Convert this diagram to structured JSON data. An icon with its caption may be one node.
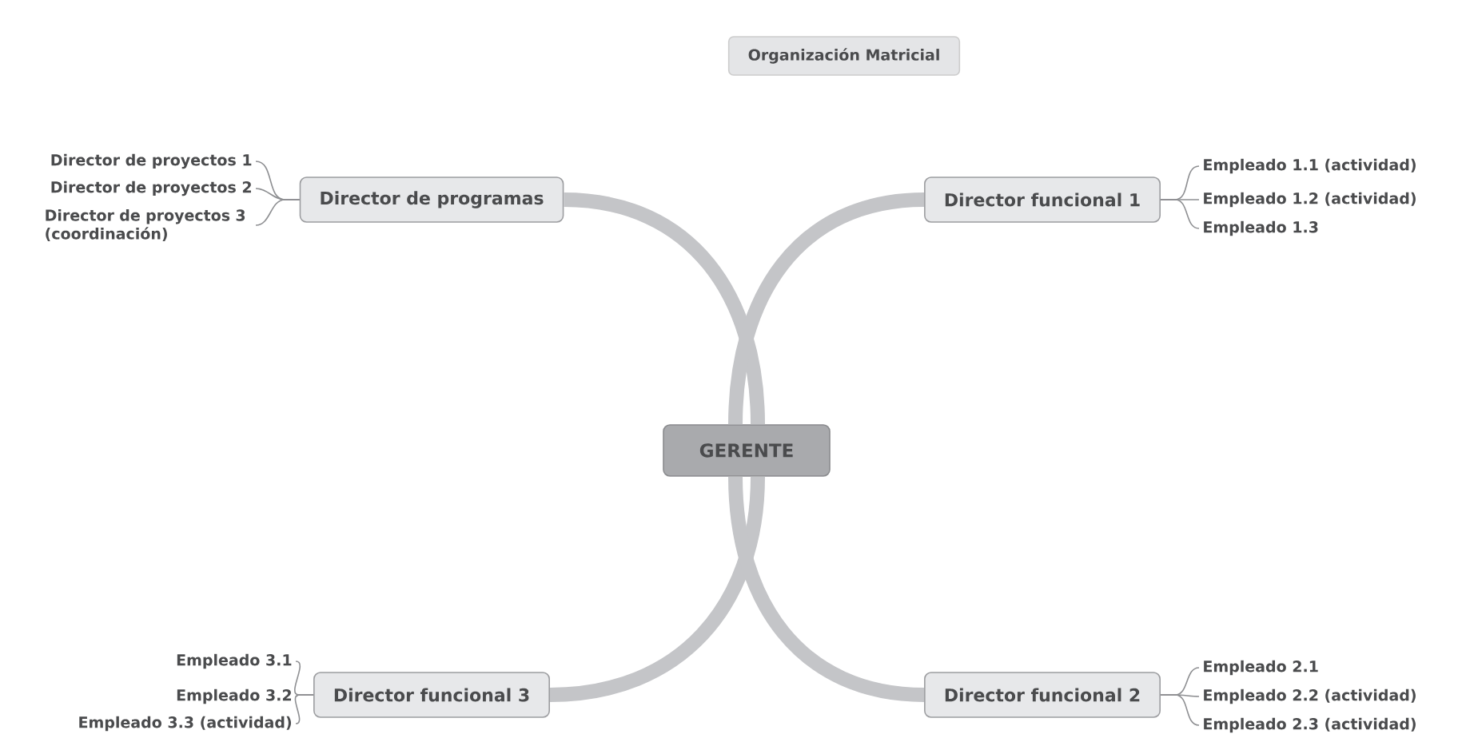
{
  "diagram": {
    "title": "Organización Matricial",
    "nodes": [
      {
        "text": [
          "GERENTE"
        ]
      },
      {
        "text": [
          "Director de programas"
        ]
      },
      {
        "text": [
          "Director funcional 1"
        ]
      },
      {
        "text": [
          "Director funcional 3"
        ]
      },
      {
        "text": [
          "Director funcional 2"
        ]
      },
      {
        "text": [
          "Director de proyectos 1"
        ]
      },
      {
        "text": [
          "Director de proyectos 2"
        ]
      },
      {
        "text": [
          "Director de proyectos 3 (coordinación)"
        ]
      },
      {
        "text": [
          "Empleado 1.1 (actividad)"
        ]
      },
      {
        "text": [
          "Empleado 1.2 (actividad)"
        ]
      },
      {
        "text": [
          "Empleado 1.3"
        ]
      },
      {
        "text": [
          "Empleado 3.1"
        ]
      },
      {
        "text": [
          "Empleado 3.2"
        ]
      },
      {
        "text": [
          "Empleado 3.3 (actividad)"
        ]
      },
      {
        "text": [
          "Empleado 2.1"
        ]
      },
      {
        "text": [
          "Empleado 2.2 (actividad)"
        ]
      },
      {
        "text": [
          "Empleado 2.3 (actividad)"
        ]
      }
    ],
    "edges": [
      {
        "from": 0,
        "to": 1,
        "arrow": "none",
        "style": "thick",
        "color": "#c4c5c8"
      },
      {
        "from": 0,
        "to": 2,
        "arrow": "none",
        "style": "thick",
        "color": "#c4c5c8"
      },
      {
        "from": 0,
        "to": 3,
        "arrow": "none",
        "style": "thick",
        "color": "#c4c5c8"
      },
      {
        "from": 0,
        "to": 4,
        "arrow": "none",
        "style": "thick",
        "color": "#c4c5c8"
      },
      {
        "from": 1,
        "to": 5,
        "arrow": "none"
      },
      {
        "from": 1,
        "to": 6,
        "arrow": "none"
      },
      {
        "from": 1,
        "to": 7,
        "arrow": "none"
      },
      {
        "from": 2,
        "to": 8,
        "arrow": "none"
      },
      {
        "from": 2,
        "to": 9,
        "arrow": "none"
      },
      {
        "from": 2,
        "to": 10,
        "arrow": "none"
      },
      {
        "from": 3,
        "to": 11,
        "arrow": "none"
      },
      {
        "from": 3,
        "to": 12,
        "arrow": "none"
      },
      {
        "from": 3,
        "to": 13,
        "arrow": "none"
      },
      {
        "from": 4,
        "to": 14,
        "arrow": "none"
      },
      {
        "from": 4,
        "to": 15,
        "arrow": "none"
      },
      {
        "from": 4,
        "to": 16,
        "arrow": "none"
      }
    ]
  }
}
